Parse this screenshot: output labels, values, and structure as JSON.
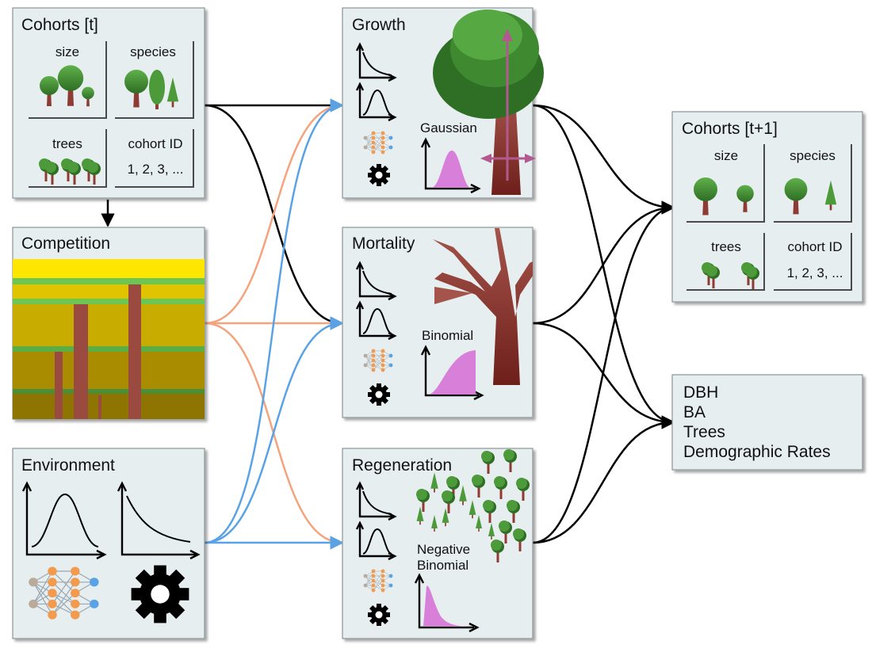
{
  "cohorts_t": {
    "title": "Cohorts [t]",
    "cells": {
      "size": "size",
      "species": "species",
      "trees": "trees",
      "cohort_id": "cohort ID",
      "ids": "1, 2, 3, ..."
    }
  },
  "competition": {
    "title": "Competition"
  },
  "environment": {
    "title": "Environment"
  },
  "growth": {
    "title": "Growth",
    "distribution": "Gaussian"
  },
  "mortality": {
    "title": "Mortality",
    "distribution": "Binomial"
  },
  "regeneration": {
    "title": "Regeneration",
    "distribution_line1": "Negative",
    "distribution_line2": "Binomial"
  },
  "cohorts_t1": {
    "title": "Cohorts [t+1]",
    "cells": {
      "size": "size",
      "species": "species",
      "trees": "trees",
      "cohort_id": "cohort ID",
      "ids": "1, 2, 3, ..."
    }
  },
  "outputs": {
    "items": [
      "DBH",
      "BA",
      "Trees",
      "Demographic Rates"
    ]
  },
  "colors": {
    "panel_bg": "#e6eef0",
    "cohort_link": "#000000",
    "competition_link": "#f4a37c",
    "environment_link": "#5aa2e6",
    "tree_green": "#4c9a3a",
    "trunk": "#9b4a3f",
    "distribution": "#d77fd9",
    "arrow_pink": "#b25a8f"
  },
  "icons": [
    "tree-icon",
    "conifer-icon",
    "neural-network-icon",
    "gear-icon",
    "decay-curve-icon",
    "bell-curve-icon"
  ]
}
